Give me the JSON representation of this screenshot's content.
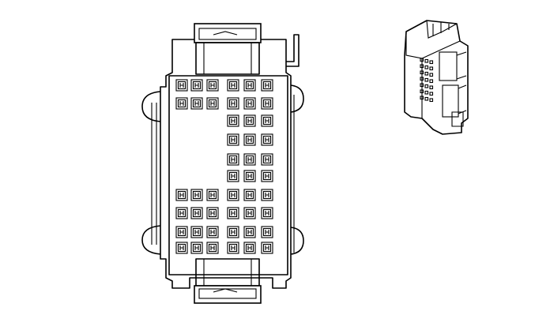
{
  "diagram": {
    "view_front": "connector-face",
    "view_iso": "connector-isometric",
    "line_color": "#000000",
    "background": "#ffffff"
  },
  "cavities": [
    {
      "row": 0,
      "cols": [
        0,
        1,
        2,
        3,
        4,
        5
      ]
    },
    {
      "row": 1,
      "cols": [
        0,
        1,
        2,
        3,
        4,
        5
      ]
    },
    {
      "row": 2,
      "cols": [
        3,
        4,
        5
      ]
    },
    {
      "row": 3,
      "cols": [
        3,
        4,
        5
      ]
    },
    {
      "row": 4,
      "cols": [
        3,
        4,
        5
      ]
    },
    {
      "row": 5,
      "cols": [
        3,
        4,
        5
      ]
    },
    {
      "row": 6,
      "cols": [
        0,
        1,
        2,
        3,
        4,
        5
      ]
    },
    {
      "row": 7,
      "cols": [
        0,
        1,
        2,
        3,
        4,
        5
      ]
    },
    {
      "row": 8,
      "cols": [
        0,
        1,
        2,
        3,
        4,
        5
      ]
    },
    {
      "row": 9,
      "cols": [
        0,
        1,
        2,
        3,
        4,
        5
      ]
    }
  ]
}
